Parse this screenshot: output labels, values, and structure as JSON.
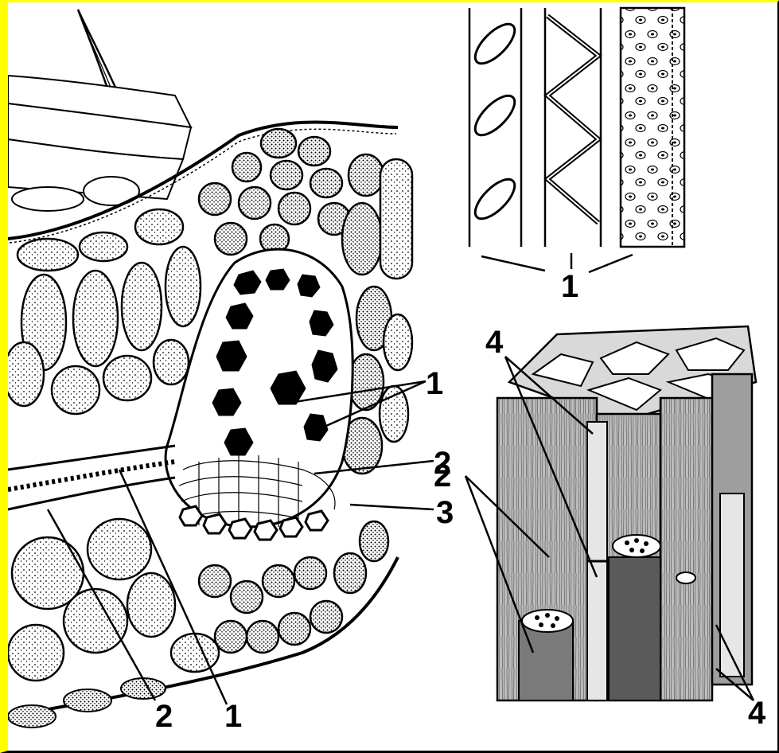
{
  "labels": {
    "leaf_vessel_upper": "1",
    "leaf_phloem": "2",
    "leaf_sheath": "3",
    "leaf_tracheid_bottom": "2",
    "leaf_vessel_bottom": "1",
    "vessels_types": "1",
    "tissue_top": "4",
    "tissue_tracheids": "2",
    "tissue_bottom_right": "4"
  },
  "colors": {
    "frame_left_top": "#ffff00",
    "frame_right_bottom": "#000000",
    "ink": "#000000",
    "background": "#ffffff"
  }
}
